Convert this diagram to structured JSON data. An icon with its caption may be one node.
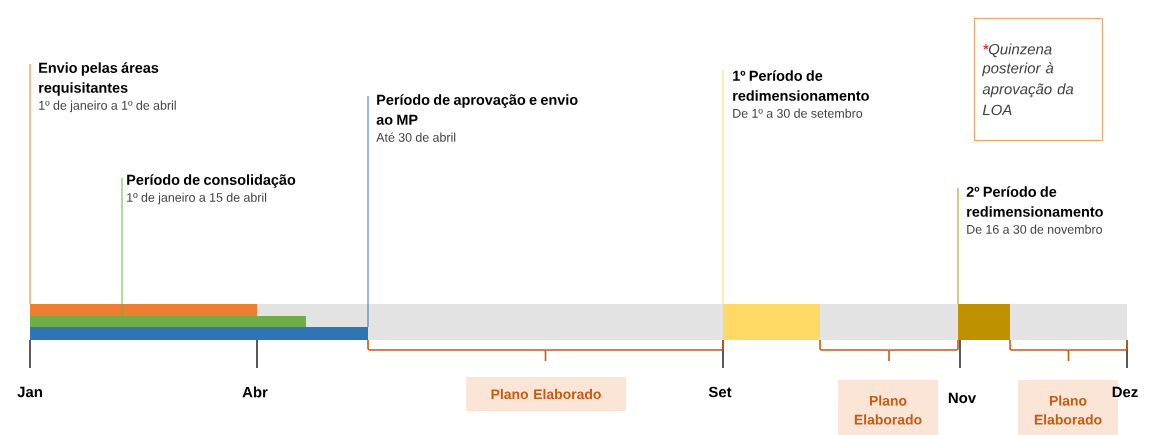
{
  "diagram": {
    "nodes": [
      {
        "text": [
          "Envio pelas áreas requisitantes",
          "1º de janeiro a 1º de abril"
        ]
      },
      {
        "text": [
          "Período de consolidação",
          "1º de janeiro a 15 de abril"
        ]
      },
      {
        "text": [
          "Período de aprovação e envio ao MP",
          "Até 30 de abril"
        ]
      },
      {
        "text": [
          "1º Período de redimensionamento",
          "De 1º a 30 de setembro"
        ]
      },
      {
        "text": [
          "*",
          "Quinzena posterior à aprovação da LOA"
        ]
      },
      {
        "text": [
          "2º Período de redimensionamento",
          "De 16 a 30 de novembro"
        ]
      },
      {
        "text": [
          "Plano Elaborado"
        ]
      },
      {
        "text": [
          "Plano Elaborado"
        ]
      },
      {
        "text": [
          "Plano Elaborado"
        ]
      }
    ],
    "labels": [
      "Jan",
      "Abr",
      "Set",
      "Nov",
      "Dez"
    ]
  }
}
